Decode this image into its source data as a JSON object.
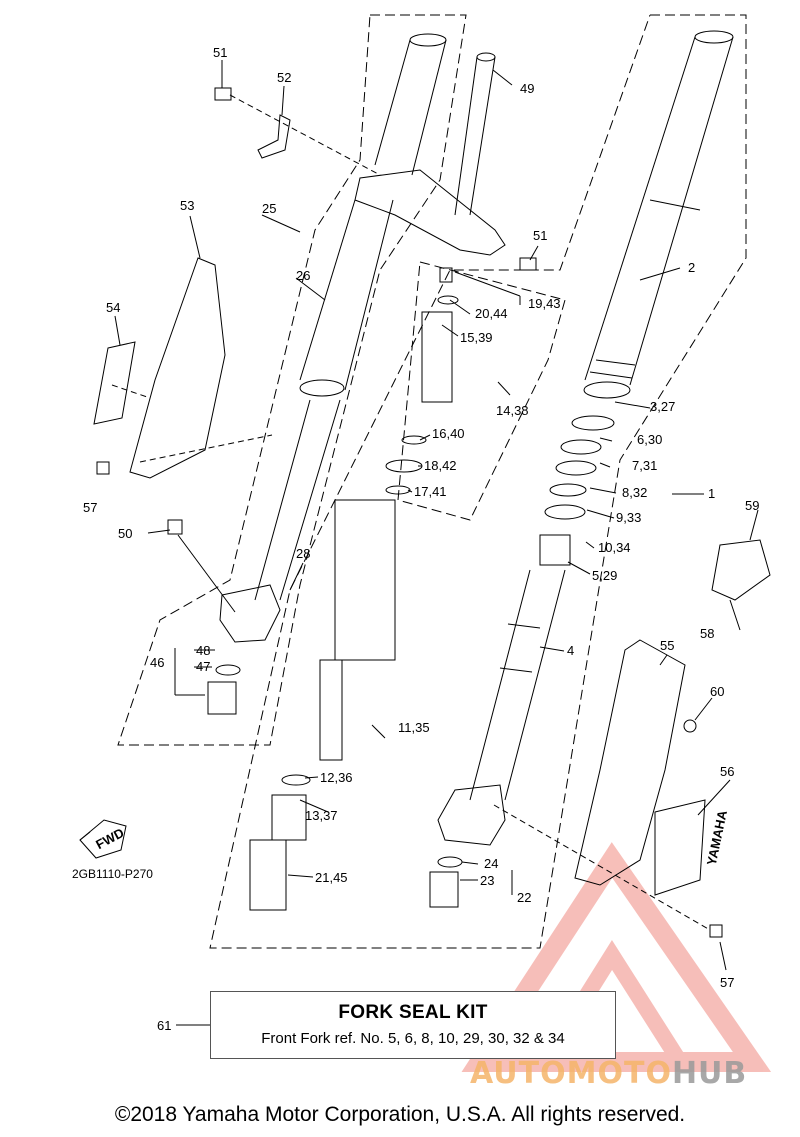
{
  "parts": {
    "p1": "1",
    "p2": "2",
    "p3_27": "3,27",
    "p4": "4",
    "p5_29": "5,29",
    "p6_30": "6,30",
    "p7_31": "7,31",
    "p8_32": "8,32",
    "p9_33": "9,33",
    "p10_34": "10,34",
    "p11_35": "11,35",
    "p12_36": "12,36",
    "p13_37": "13,37",
    "p14_38": "14,38",
    "p15_39": "15,39",
    "p16_40": "16,40",
    "p17_41": "17,41",
    "p18_42": "18,42",
    "p19_43": "19,43",
    "p20_44": "20,44",
    "p21_45": "21,45",
    "p22": "22",
    "p23": "23",
    "p24": "24",
    "p25": "25",
    "p26": "26",
    "p28": "28",
    "p46": "46",
    "p47": "47",
    "p48": "48",
    "p49": "49",
    "p50": "50",
    "p51a": "51",
    "p51b": "51",
    "p52": "52",
    "p53": "53",
    "p54": "54",
    "p55": "55",
    "p56": "56",
    "p57a": "57",
    "p57b": "57",
    "p58": "58",
    "p59": "59",
    "p60": "60",
    "p61": "61"
  },
  "fwd_label": "FWD",
  "diagram_ref": "2GB1110-P270",
  "guard_logo": "YAMAHA",
  "kit": {
    "title": "FORK SEAL KIT",
    "description": "Front Fork ref. No. 5, 6, 8, 10, 29, 30, 32 & 34"
  },
  "watermark": {
    "part1": "AUTOMOTO",
    "part2": "HUB",
    "accent_color": "#f08a80"
  },
  "copyright": "©2018 Yamaha Motor Corporation, U.S.A. All rights reserved."
}
